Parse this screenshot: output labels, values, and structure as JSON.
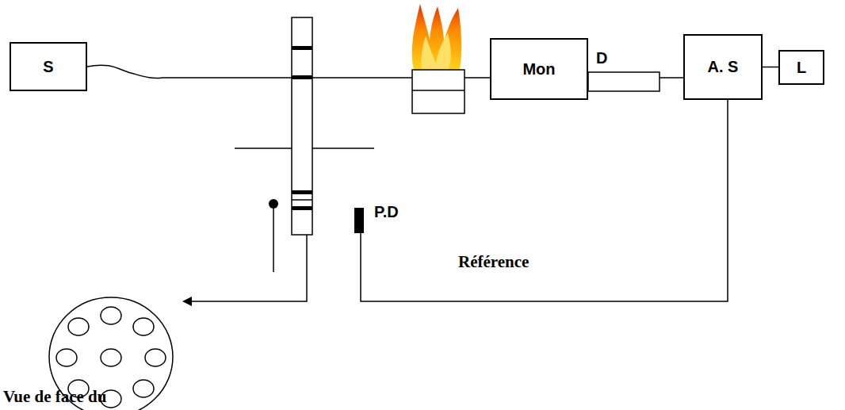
{
  "diagram": {
    "nodes": [
      {
        "text": [
          "S"
        ]
      },
      {
        "text": [
          "Mon"
        ]
      },
      {
        "text": [
          "A. S"
        ]
      },
      {
        "text": [
          "L"
        ]
      }
    ],
    "edges": [
      {
        "from": 0,
        "to": 1,
        "arrow": "none"
      },
      {
        "from": 1,
        "to": 2,
        "arrow": "none"
      },
      {
        "from": 2,
        "to": 3,
        "arrow": "none"
      }
    ],
    "labels": [
      "D",
      "P.D",
      "Référence",
      "Vue de face du"
    ]
  }
}
